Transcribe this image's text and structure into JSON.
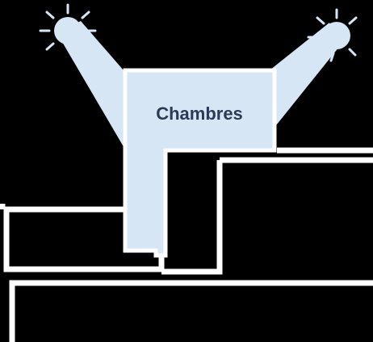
{
  "room": {
    "label": "Chambres"
  },
  "lights": [
    {
      "name": "left-light"
    },
    {
      "name": "right-light"
    }
  ],
  "colors": {
    "background": "#000000",
    "zone_fill": "#d6e6f4",
    "wall": "#ffffff",
    "label": "#2b3a55"
  }
}
